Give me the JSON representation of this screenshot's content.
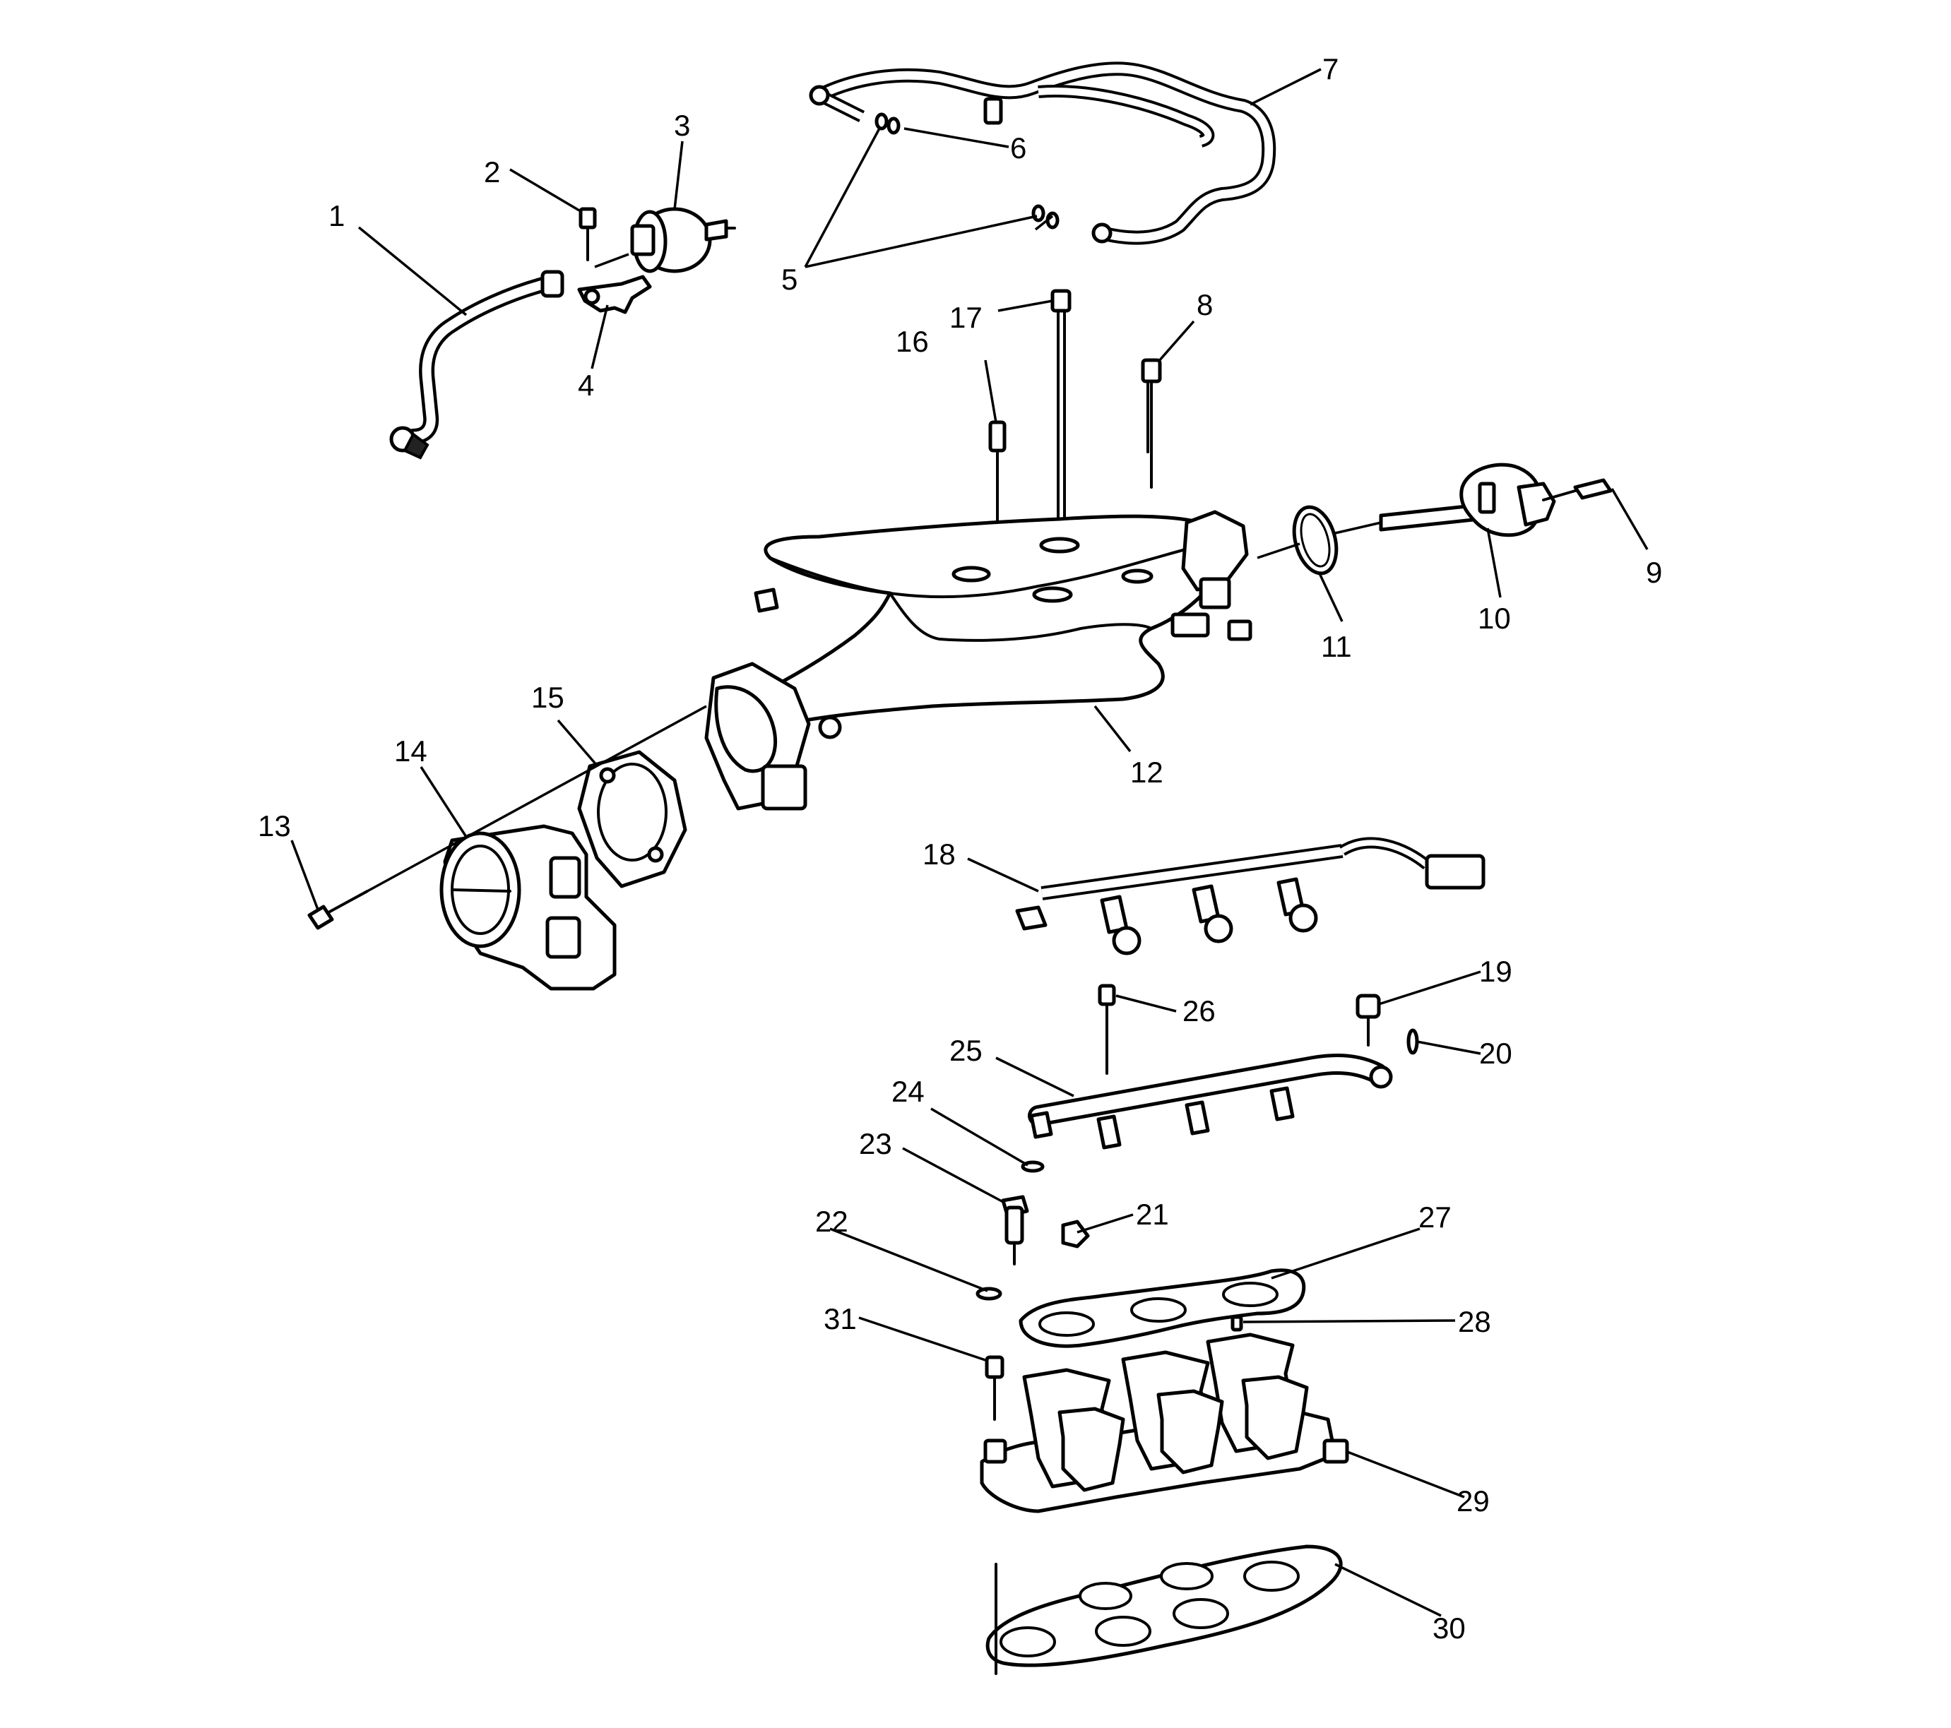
{
  "diagram": {
    "callouts": [
      {
        "id": "1",
        "label": "1"
      },
      {
        "id": "2",
        "label": "2"
      },
      {
        "id": "3",
        "label": "3"
      },
      {
        "id": "4",
        "label": "4"
      },
      {
        "id": "5",
        "label": "5"
      },
      {
        "id": "6",
        "label": "6"
      },
      {
        "id": "7",
        "label": "7"
      },
      {
        "id": "8",
        "label": "8"
      },
      {
        "id": "9",
        "label": "9"
      },
      {
        "id": "10",
        "label": "10"
      },
      {
        "id": "11",
        "label": "11"
      },
      {
        "id": "12",
        "label": "12"
      },
      {
        "id": "13",
        "label": "13"
      },
      {
        "id": "14",
        "label": "14"
      },
      {
        "id": "15",
        "label": "15"
      },
      {
        "id": "16",
        "label": "16"
      },
      {
        "id": "17",
        "label": "17"
      },
      {
        "id": "18",
        "label": "18"
      },
      {
        "id": "19",
        "label": "19"
      },
      {
        "id": "20",
        "label": "20"
      },
      {
        "id": "21",
        "label": "21"
      },
      {
        "id": "22",
        "label": "22"
      },
      {
        "id": "23",
        "label": "23"
      },
      {
        "id": "24",
        "label": "24"
      },
      {
        "id": "25",
        "label": "25"
      },
      {
        "id": "26",
        "label": "26"
      },
      {
        "id": "27",
        "label": "27"
      },
      {
        "id": "28",
        "label": "28"
      },
      {
        "id": "29",
        "label": "29"
      },
      {
        "id": "30",
        "label": "30"
      },
      {
        "id": "31",
        "label": "31"
      }
    ]
  }
}
